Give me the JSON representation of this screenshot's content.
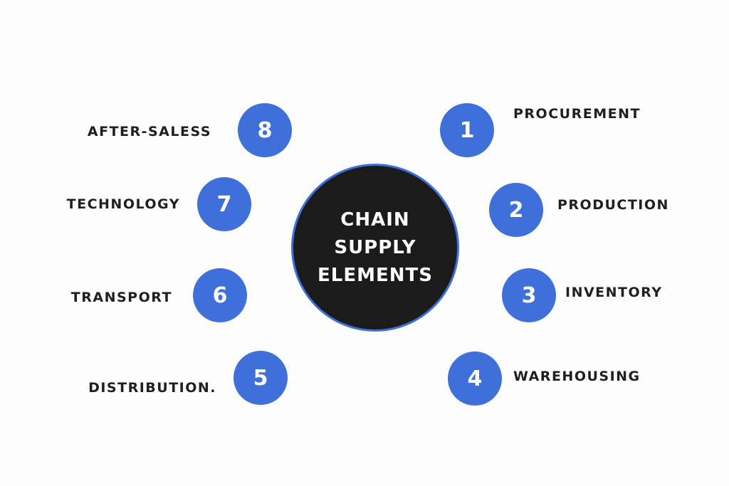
{
  "colors": {
    "node_fill": "#3f6fd8",
    "center_fill": "#1b1b1b",
    "center_ring": "#3f6fd8",
    "label_text": "#1f1f1f",
    "background": "#fdfdfd"
  },
  "center": {
    "title": "CHAIN\nSUPPLY\nELEMENTS"
  },
  "elements": [
    {
      "number": "1",
      "label": "PROCUREMENT"
    },
    {
      "number": "2",
      "label": "PRODUCTION"
    },
    {
      "number": "3",
      "label": "INVENTORY"
    },
    {
      "number": "4",
      "label": "WAREHOUSING"
    },
    {
      "number": "5",
      "label": "DISTRIBUTION."
    },
    {
      "number": "6",
      "label": "TRANSPORT"
    },
    {
      "number": "7",
      "label": "TECHNOLOGY"
    },
    {
      "number": "8",
      "label": "AFTER-SALESS"
    }
  ]
}
